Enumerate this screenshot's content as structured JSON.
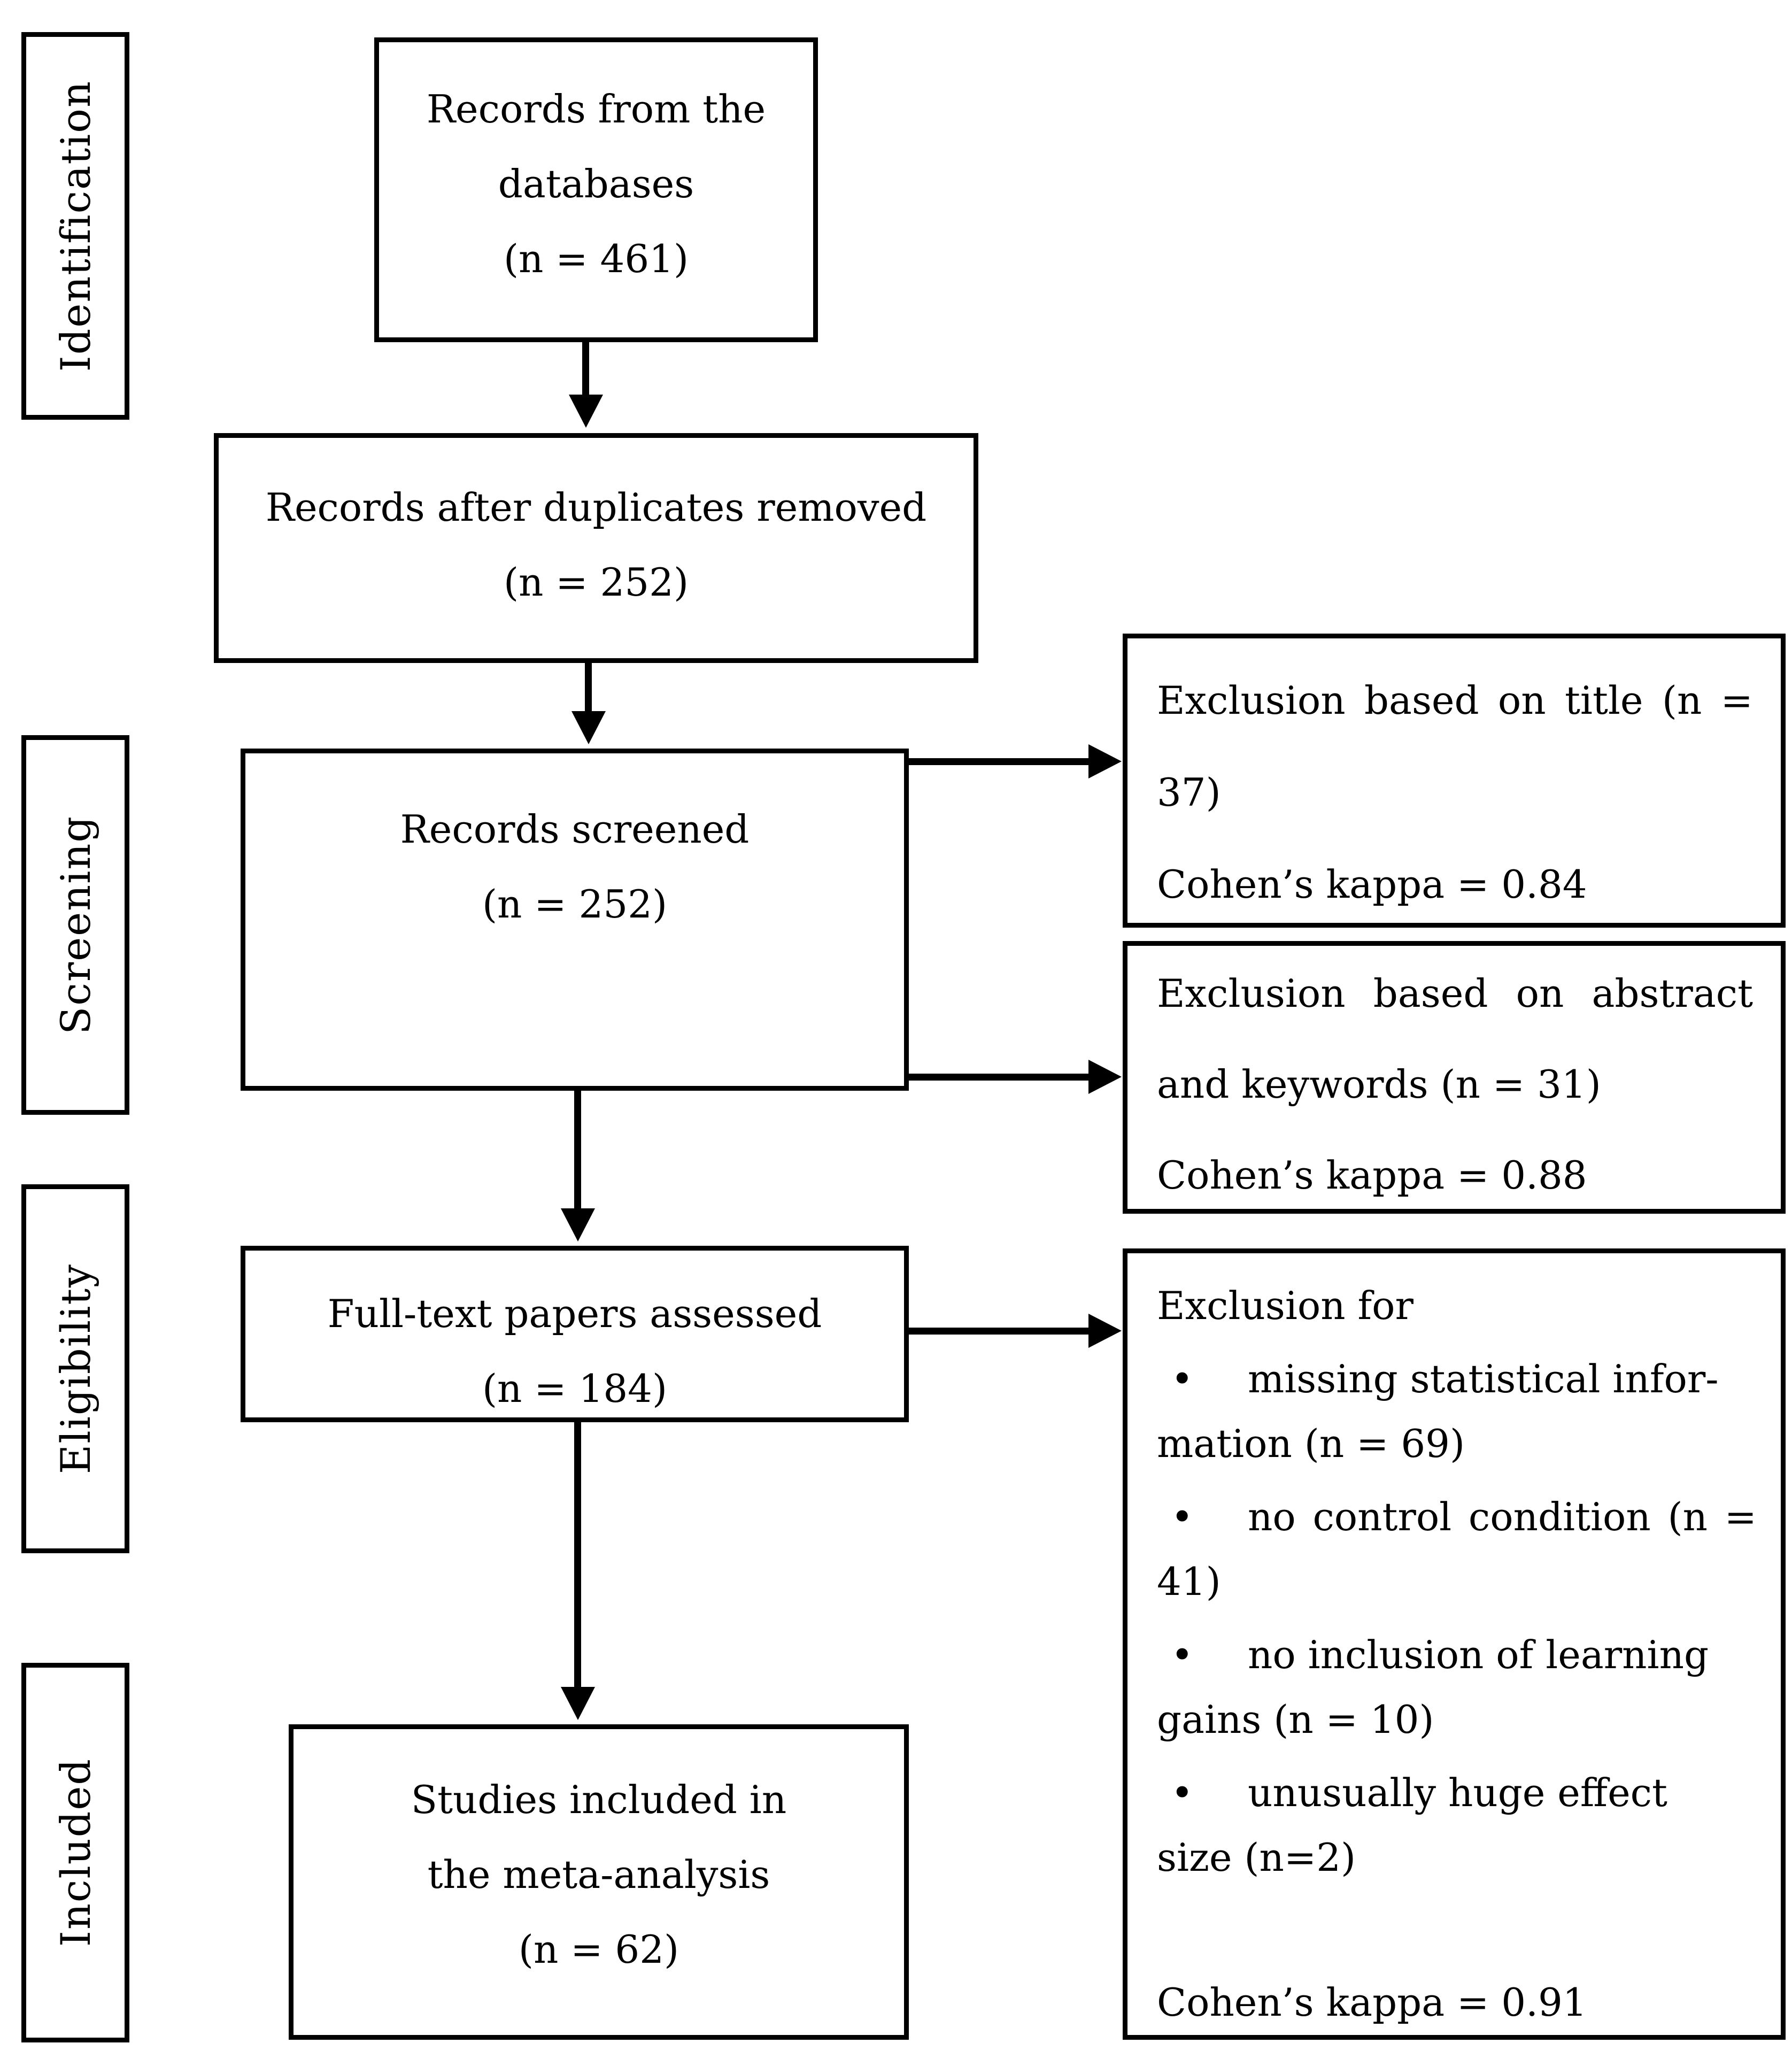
{
  "figure": {
    "background_color": "#ffffff",
    "ink_color": "#000000",
    "bullet_glyph": "•",
    "stages": [
      {
        "label": "Identification"
      },
      {
        "label": "Screening"
      },
      {
        "label": "Eligibility"
      },
      {
        "label": "Included"
      }
    ],
    "flow_boxes": [
      {
        "name": "records-from-databases",
        "lines": [
          "Records from the",
          "databases",
          "(n = 461)"
        ]
      },
      {
        "name": "records-after-duplicates-removed",
        "lines": [
          "Records after duplicates removed",
          "(n = 252)"
        ]
      },
      {
        "name": "records-screened",
        "lines": [
          "Records screened",
          "(n = 252)"
        ]
      },
      {
        "name": "full-text-papers-assessed",
        "lines": [
          "Full-text papers assessed",
          "(n = 184)"
        ]
      },
      {
        "name": "studies-included-in-meta-analysis",
        "lines": [
          "Studies included in",
          "the meta-analysis",
          "(n = 62)"
        ]
      }
    ],
    "exclusion_boxes": [
      {
        "name": "exclusion-based-on-title",
        "lines": [
          "Exclusion based on title (n =",
          "37)",
          "Cohen’s kappa = 0.84"
        ]
      },
      {
        "name": "exclusion-based-on-abstract-keywords",
        "lines": [
          "Exclusion based on abstract",
          "and keywords (n = 31)",
          "Cohen’s kappa = 0.88"
        ]
      },
      {
        "name": "exclusion-full-text",
        "heading": "Exclusion for",
        "bullets": [
          {
            "line1": "missing statistical infor-",
            "line2": "mation (n = 69)"
          },
          {
            "line1": "no control condition (n =",
            "line2": "41)"
          },
          {
            "line1": "no inclusion of learning",
            "line2": "gains (n = 10)"
          },
          {
            "line1": "unusually huge effect",
            "line2": "size (n=2)"
          }
        ],
        "footer": "Cohen’s kappa = 0.91"
      }
    ]
  }
}
